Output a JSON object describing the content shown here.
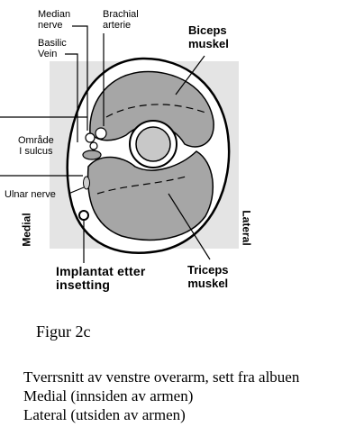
{
  "labels": {
    "median_nerve_1": "Median",
    "median_nerve_2": "nerve",
    "brachial_artery_1": "Brachial",
    "brachial_artery_2": "arterie",
    "basilic_vein_1": "Basilic",
    "basilic_vein_2": "Vein",
    "biceps_1": "Biceps",
    "biceps_2": "muskel",
    "omrade_1": "Område",
    "omrade_2": "I sulcus",
    "ulnar_nerve": "Ulnar nerve",
    "medial": "Medial",
    "lateral": "Lateral",
    "implant_1": "Implantat etter",
    "implant_2": "insetting",
    "triceps_1": "Triceps",
    "triceps_2": "muskel"
  },
  "caption": {
    "figure": "Figur 2c",
    "line1": "Tverrsnitt av venstre overarm, sett fra albuen",
    "line2": "Medial (innsiden av armen)",
    "line3": "Lateral (utsiden av armen)"
  },
  "colors": {
    "background_square": "#e4e4e4",
    "muscle_gray": "#a6a6a6",
    "bone_gray": "#c8c8c8",
    "outline": "#000000"
  }
}
